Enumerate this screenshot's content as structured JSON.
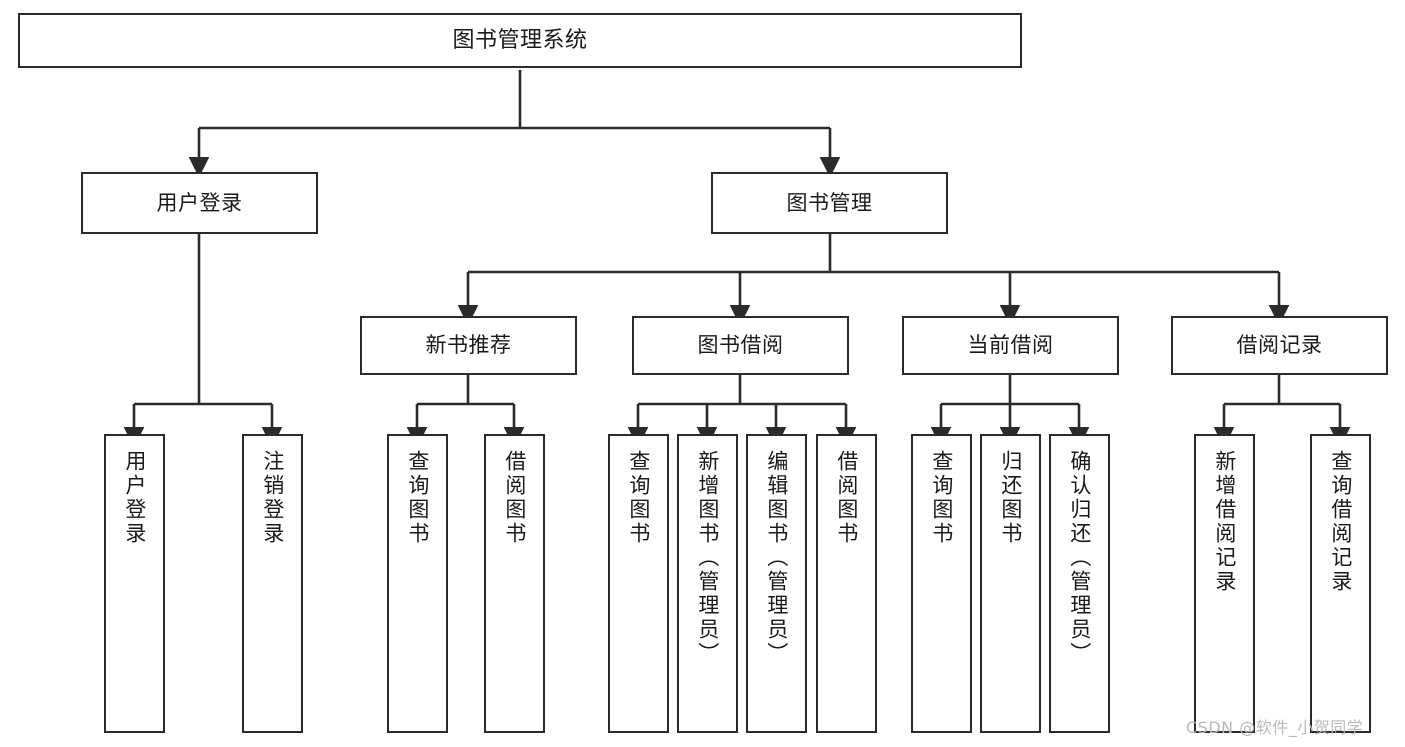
{
  "diagram": {
    "title": "图书管理系统",
    "type": "tree-hierarchy",
    "stroke_color": "#2b2b2b",
    "background_color": "#ffffff",
    "watermark": "CSDN @软件_小贺同学",
    "root": {
      "label": "图书管理系统"
    },
    "level2": [
      {
        "label": "用户登录"
      },
      {
        "label": "图书管理"
      }
    ],
    "level3": [
      {
        "label": "新书推荐",
        "parent": "图书管理"
      },
      {
        "label": "图书借阅",
        "parent": "图书管理"
      },
      {
        "label": "当前借阅",
        "parent": "图书管理"
      },
      {
        "label": "借阅记录",
        "parent": "图书管理"
      }
    ],
    "leaves": {
      "user_login": [
        {
          "label": "用户登录"
        },
        {
          "label": "注销登录"
        }
      ],
      "new_book_recommend": [
        {
          "label": "查询图书"
        },
        {
          "label": "借阅图书"
        }
      ],
      "book_borrow": [
        {
          "label": "查询图书"
        },
        {
          "label": "新增图书（管理员）"
        },
        {
          "label": "编辑图书（管理员）"
        },
        {
          "label": "借阅图书"
        }
      ],
      "current_borrow": [
        {
          "label": "查询图书"
        },
        {
          "label": "归还图书"
        },
        {
          "label": "确认归还（管理员）"
        }
      ],
      "borrow_record": [
        {
          "label": "新增借阅记录"
        },
        {
          "label": "查询借阅记录"
        }
      ]
    }
  }
}
